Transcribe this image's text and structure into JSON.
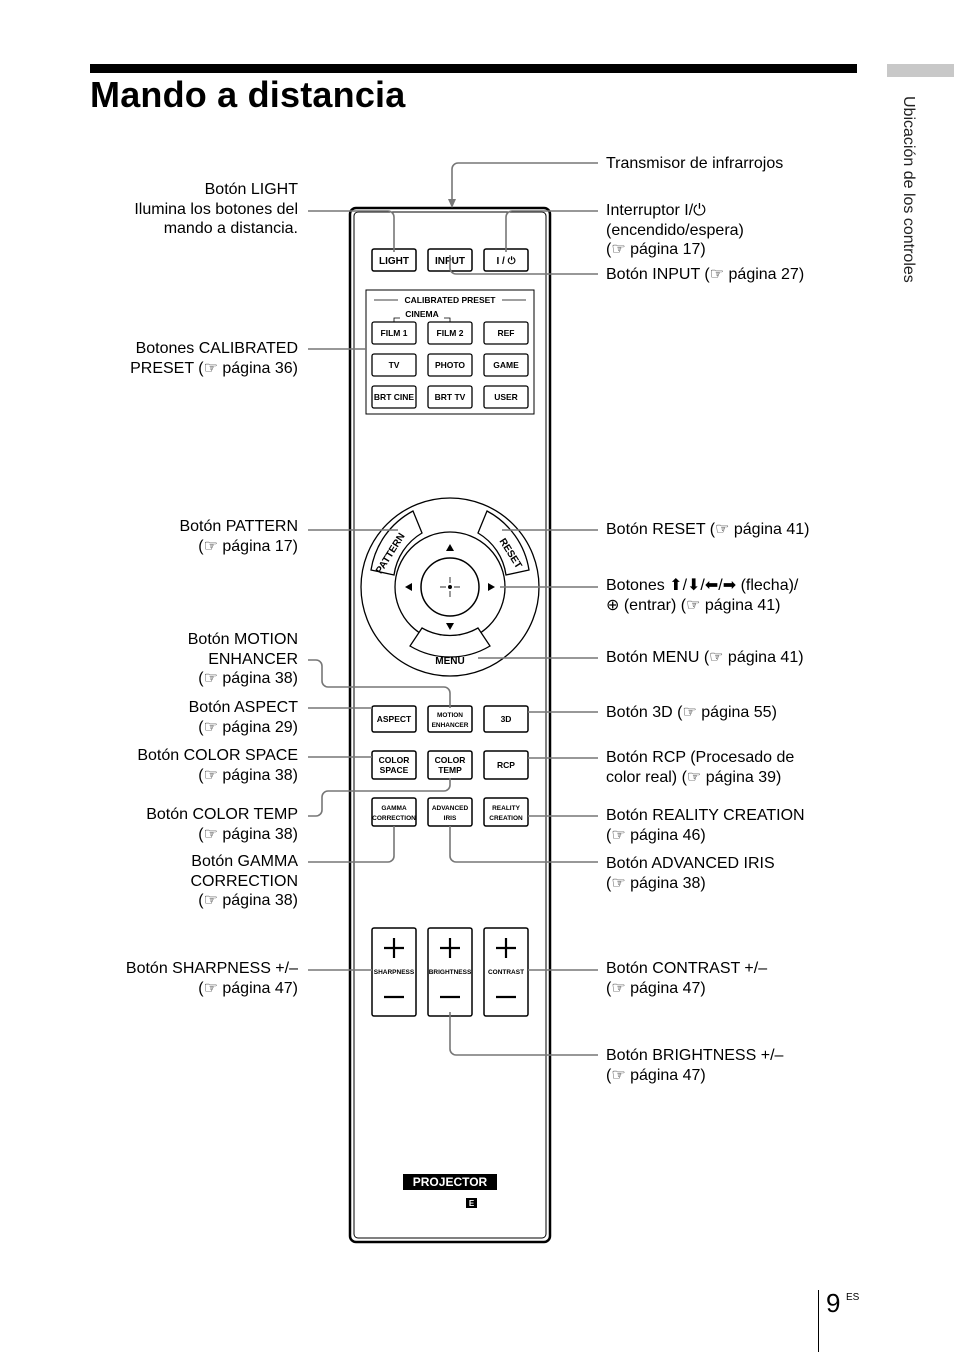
{
  "page": {
    "title": "Mando a distancia",
    "side_label": "Ubicación de los controles",
    "page_number": "9",
    "page_suffix": "ES"
  },
  "labels_left": [
    {
      "id": "light",
      "lines": [
        "Botón LIGHT",
        "Ilumina los botones del",
        "mando a distancia."
      ]
    },
    {
      "id": "calibrated",
      "lines": [
        "Botones CALIBRATED",
        "PRESET (☞ página 36)"
      ]
    },
    {
      "id": "pattern",
      "lines": [
        "Botón PATTERN",
        "(☞ página 17)"
      ]
    },
    {
      "id": "motion",
      "lines": [
        "Botón MOTION",
        "ENHANCER",
        "(☞ página 38)"
      ]
    },
    {
      "id": "aspect",
      "lines": [
        "Botón ASPECT",
        "(☞ página 29)"
      ]
    },
    {
      "id": "colorspace",
      "lines": [
        "Botón COLOR SPACE",
        "(☞ página 38)"
      ]
    },
    {
      "id": "colortemp",
      "lines": [
        "Botón COLOR TEMP",
        "(☞ página 38)"
      ]
    },
    {
      "id": "gamma",
      "lines": [
        "Botón GAMMA",
        "CORRECTION",
        "(☞ página 38)"
      ]
    },
    {
      "id": "sharpness",
      "lines": [
        "Botón SHARPNESS +/–",
        "(☞ página 47)"
      ]
    }
  ],
  "labels_right": [
    {
      "id": "ir",
      "lines": [
        "Transmisor de infrarrojos"
      ]
    },
    {
      "id": "power",
      "lines": [
        "Interruptor I/⏻",
        "(encendido/espera)",
        "(☞ página 17)"
      ]
    },
    {
      "id": "input",
      "lines": [
        "Botón INPUT (☞ página 27)"
      ]
    },
    {
      "id": "reset",
      "lines": [
        "Botón RESET (☞ página 41)"
      ]
    },
    {
      "id": "arrows",
      "lines": [
        "Botones ⬆/⬇/⬅/➡ (flecha)/",
        "⊕ (entrar) (☞ página 41)"
      ]
    },
    {
      "id": "menu",
      "lines": [
        "Botón MENU (☞ página 41)"
      ]
    },
    {
      "id": "3d",
      "lines": [
        "Botón 3D (☞ página 55)"
      ]
    },
    {
      "id": "rcp",
      "lines": [
        "Botón RCP (Procesado de",
        "color real) (☞ página 39)"
      ]
    },
    {
      "id": "reality",
      "lines": [
        "Botón REALITY CREATION",
        "(☞ página 46)"
      ]
    },
    {
      "id": "iris",
      "lines": [
        "Botón ADVANCED IRIS",
        "(☞ página 38)"
      ]
    },
    {
      "id": "contrast",
      "lines": [
        "Botón CONTRAST +/–",
        "(☞ página 47)"
      ]
    },
    {
      "id": "brightness",
      "lines": [
        "Botón BRIGHTNESS +/–",
        "(☞ página 47)"
      ]
    }
  ],
  "remote": {
    "top_buttons": [
      "LIGHT",
      "INPUT",
      "I / ⏻"
    ],
    "preset_header": "CALIBRATED PRESET",
    "cinema_label": "CINEMA",
    "preset_buttons": [
      "FILM 1",
      "FILM 2",
      "REF",
      "TV",
      "PHOTO",
      "GAME",
      "BRT CINE",
      "BRT TV",
      "USER"
    ],
    "pattern_label": "PATTERN",
    "reset_label": "RESET",
    "menu_label": "MENU",
    "row1": [
      "ASPECT",
      "MOTION",
      "ENHANCER",
      "3D"
    ],
    "row2": [
      "COLOR",
      "SPACE",
      "COLOR",
      "TEMP",
      "RCP"
    ],
    "row3": [
      "GAMMA",
      "CORRECTION",
      "ADVANCED",
      "IRIS",
      "REALITY",
      "CREATION"
    ],
    "rockers": [
      "SHARPNESS",
      "BRIGHTNESS",
      "CONTRAST"
    ],
    "brand": "PROJECTOR",
    "mark": "E"
  }
}
